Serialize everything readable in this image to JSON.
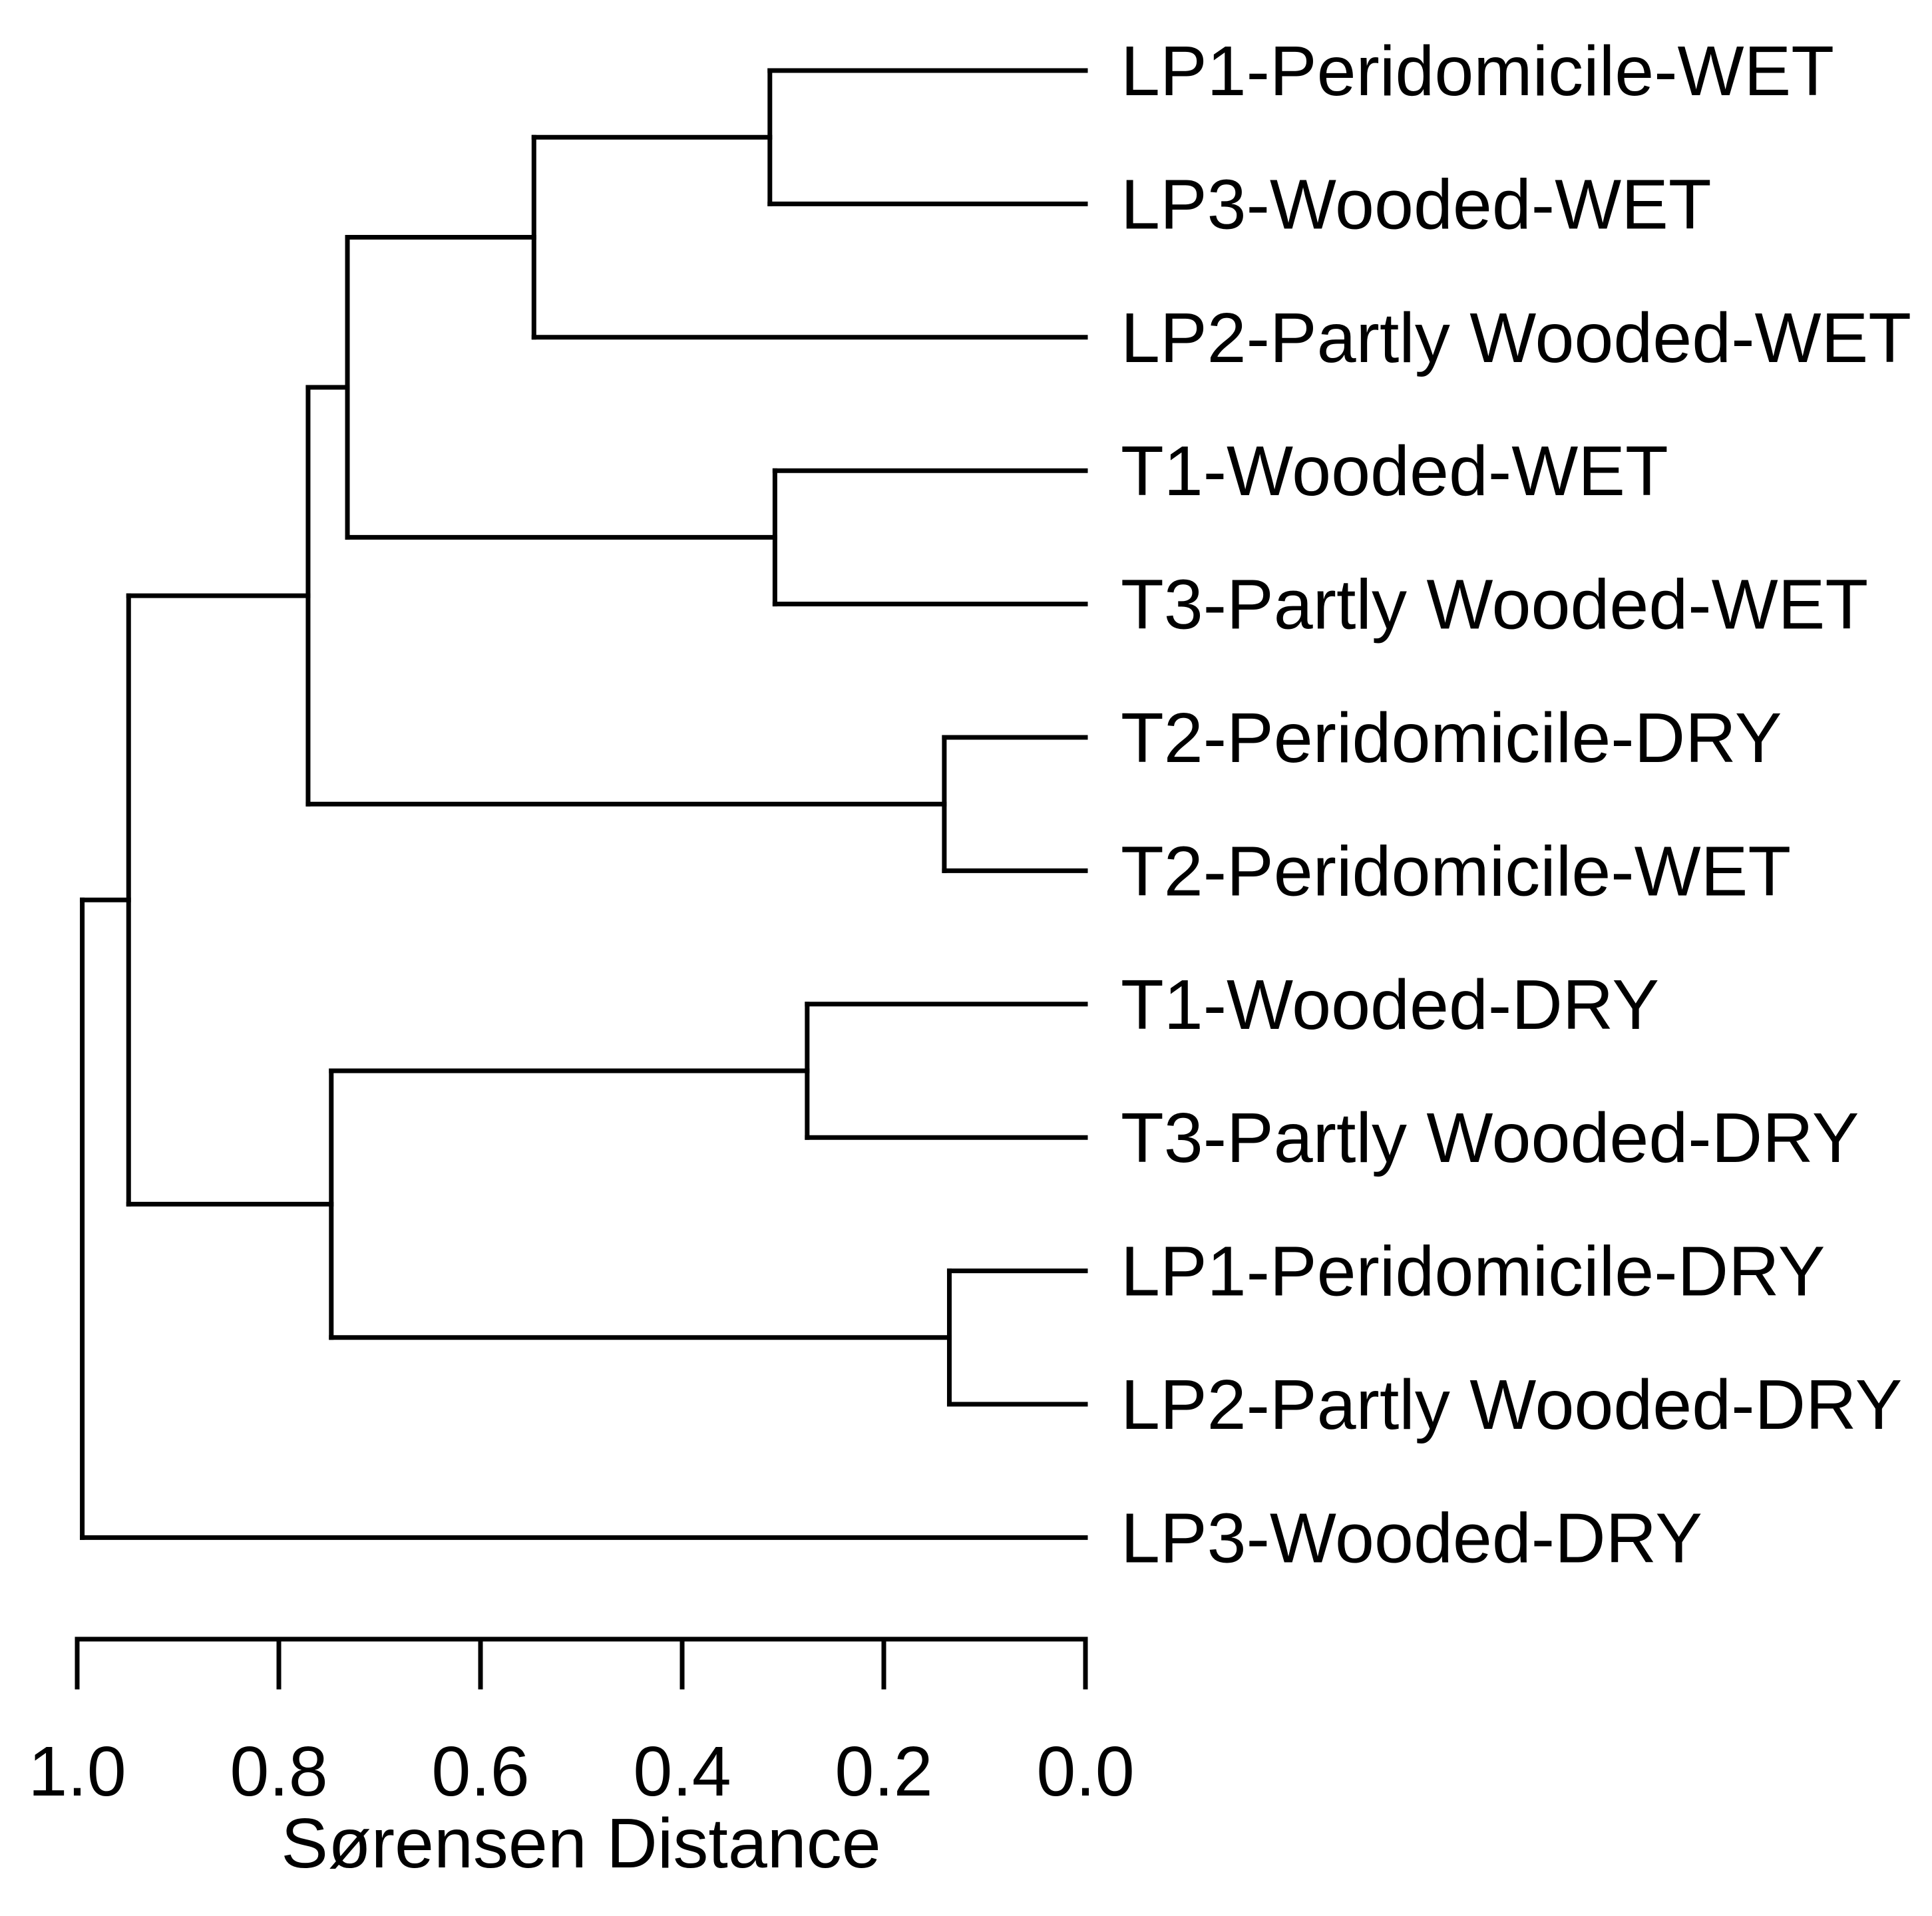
{
  "figure": {
    "background_color": "#ffffff",
    "line_color": "#000000",
    "text_color": "#000000"
  },
  "chart_data": {
    "type": "dendrogram",
    "orientation": "horizontal-left-rooted",
    "xlabel": "Sørensen Distance",
    "axis": {
      "range_left_to_right": [
        1.0,
        0.0
      ],
      "tick_values": [
        1.0,
        0.8,
        0.6,
        0.4,
        0.2,
        0.0
      ],
      "tick_labels": [
        "1.0",
        "0.8",
        "0.6",
        "0.4",
        "0.2",
        "0.0"
      ],
      "grid": false,
      "position": "bottom"
    },
    "leaves": [
      "LP1-Peridomicile-WET",
      "LP3-Wooded-WET",
      "LP2-Partly Wooded-WET",
      "T1-Wooded-WET",
      "T3-Partly Wooded-WET",
      "T2-Peridomicile-DRY",
      "T2-Peridomicile-WET",
      "T1-Wooded-DRY",
      "T3-Partly Wooded-DRY",
      "LP1-Peridomicile-DRY",
      "LP2-Partly Wooded-DRY",
      "LP3-Wooded-DRY"
    ],
    "merges": [
      {
        "id": "M0",
        "children": [
          "L0",
          "L1"
        ],
        "distance": 0.313
      },
      {
        "id": "M1",
        "children": [
          "M0",
          "L2"
        ],
        "distance": 0.547
      },
      {
        "id": "M2",
        "children": [
          "L3",
          "L4"
        ],
        "distance": 0.308
      },
      {
        "id": "M3",
        "children": [
          "M1",
          "M2"
        ],
        "distance": 0.732
      },
      {
        "id": "M4",
        "children": [
          "L5",
          "L6"
        ],
        "distance": 0.14
      },
      {
        "id": "M5",
        "children": [
          "M3",
          "M4"
        ],
        "distance": 0.771
      },
      {
        "id": "M6",
        "children": [
          "L7",
          "L8"
        ],
        "distance": 0.276
      },
      {
        "id": "M7",
        "children": [
          "L9",
          "L10"
        ],
        "distance": 0.135
      },
      {
        "id": "M8",
        "children": [
          "M6",
          "M7"
        ],
        "distance": 0.748
      },
      {
        "id": "M9",
        "children": [
          "M5",
          "M8"
        ],
        "distance": 0.949
      },
      {
        "id": "M10",
        "children": [
          "M9",
          "L11"
        ],
        "distance": 0.995
      }
    ]
  }
}
